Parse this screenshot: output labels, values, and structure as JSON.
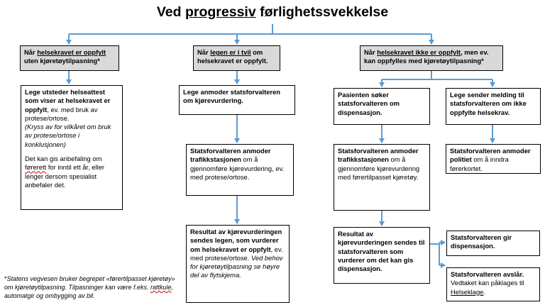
{
  "title": {
    "pre": "Ved ",
    "underlined": "progressiv",
    "post": " førlighetssvekkelse"
  },
  "headers": {
    "h1": {
      "pre": "Når ",
      "u": "helsekravet er oppfylt",
      "post": " uten kjøretøytilpasning*"
    },
    "h2": {
      "pre": "Når ",
      "u": "legen er i tvil",
      "post": " om helsekravet er oppfylt."
    },
    "h3": {
      "pre": "Når ",
      "u": "helsekravet ikke er oppfylt",
      "post": ", men ev. kan oppfylles med kjøretøytilpasning*"
    }
  },
  "col1": {
    "bold": "Lege utsteder helseattest som viser at helsekravet er oppfylt",
    "rest": ", ev. med bruk av protese/ortose.",
    "italic": "(Kryss av for vilkåret om bruk av protese/ortose i konklusjonen)",
    "para2_a": "Det kan gis anbefaling om ",
    "para2_sp": "førerett",
    "para2_b": " for inntil ett år, eller lenger dersom spesialist anbefaler det."
  },
  "col2": {
    "box1": "Lege anmoder statsforvalteren om kjørevurdering.",
    "box2_bold": "Statsforvalteren anmoder trafikkstasjonen",
    "box2_rest": " om å gjennomføre kjørevurdering, ev. med protese/ortose.",
    "box3_bold": "Resultat av kjørevurderingen sendes legen, som vurderer om helsekravet er oppfylt",
    "box3_rest": ", ev. med protese/ortose. ",
    "box3_italic": "Ved behov for kjøretøytilpasning se høyre del av flytskjema."
  },
  "col3": {
    "box1_bold": "Pasienten søker statsforvalteren om dispensasjon.",
    "box2_bold": "Statsforvalteren anmoder trafikkstasjonen",
    "box2_rest": " om å gjennomføre kjørevurdering med førertilpasset kjøretøy.",
    "box3_bold": "Resultat av kjørevurderingen sendes til statsforvalteren som vurderer om det kan gis dispensasjon."
  },
  "col4": {
    "box1_bold": "Lege sender melding til statsforvalteren om ikke oppfylte helsekrav.",
    "box2_bold": "Statsforvalteren anmoder politiet",
    "box2_rest": " om å inndra førerkortet."
  },
  "outcomes": {
    "yes": "Statsforvalteren gir dispensasjon.",
    "no_bold": "Statsforvalteren avslår.",
    "no_rest": "Vedtaket kan påklages til ",
    "no_link": "Helseklage",
    "no_end": "."
  },
  "footnote": {
    "a": "*",
    "b": "Statens vegvesen bruker begrepet «førertilpasset kjøretøy» om kjøretøytilpasning. Tilpasninger kan være f.eks. ",
    "sp1": "rattkule",
    "c": ", automatgir og ombygging av bil."
  },
  "colors": {
    "arrow": "#5b9bd5",
    "header_fill": "#d9d9d9"
  }
}
